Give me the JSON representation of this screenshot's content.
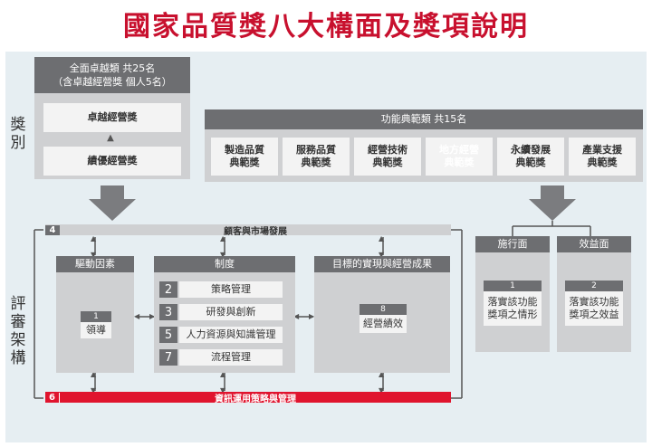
{
  "title": "國家品質獎八大構面及獎項說明",
  "side_labels": {
    "awards": "獎別",
    "framework": "評審架構"
  },
  "excellence": {
    "header_line1": "全面卓越類 共25名",
    "header_line2": "（含卓越經營獎 個人5名）",
    "box1": "卓越經營獎",
    "box2": "績優經營獎"
  },
  "functional": {
    "header": "功能典範類 共15名",
    "items": [
      {
        "line1": "製造品質",
        "line2": "典範獎"
      },
      {
        "line1": "服務品質",
        "line2": "典範獎"
      },
      {
        "line1": "經營技術",
        "line2": "典範獎"
      },
      {
        "line1": "地方經營",
        "line2": "典範獎"
      },
      {
        "line1": "永續發展",
        "line2": "典範獎"
      },
      {
        "line1": "產業支援",
        "line2": "典範獎"
      }
    ]
  },
  "framework": {
    "top_bar": {
      "num": "4",
      "label": "顧客與市場發展"
    },
    "bottom_bar": {
      "num": "6",
      "label": "資訊運用策略與管理"
    },
    "drivers": {
      "header": "驅動因素",
      "num": "1",
      "label": "領導"
    },
    "system": {
      "header": "制度",
      "items": [
        {
          "num": "2",
          "label": "策略管理"
        },
        {
          "num": "3",
          "label": "研發與創新"
        },
        {
          "num": "5",
          "label": "人力資源與知識管理"
        },
        {
          "num": "7",
          "label": "流程管理"
        }
      ]
    },
    "results": {
      "header": "目標的實現與經營成果",
      "num": "8",
      "label": "經營績效"
    }
  },
  "evaluation": {
    "implementation": {
      "header": "施行面",
      "num": "1",
      "line1": "落實該功能",
      "line2": "獎項之情形"
    },
    "effectiveness": {
      "header": "效益面",
      "num": "2",
      "line1": "落實該功能",
      "line2": "獎項之效益"
    }
  },
  "colors": {
    "accent_red": "#e0142e",
    "title_red": "#c8102e",
    "dark_gray": "#6d6e71",
    "panel_bg": "#e6eef2"
  }
}
